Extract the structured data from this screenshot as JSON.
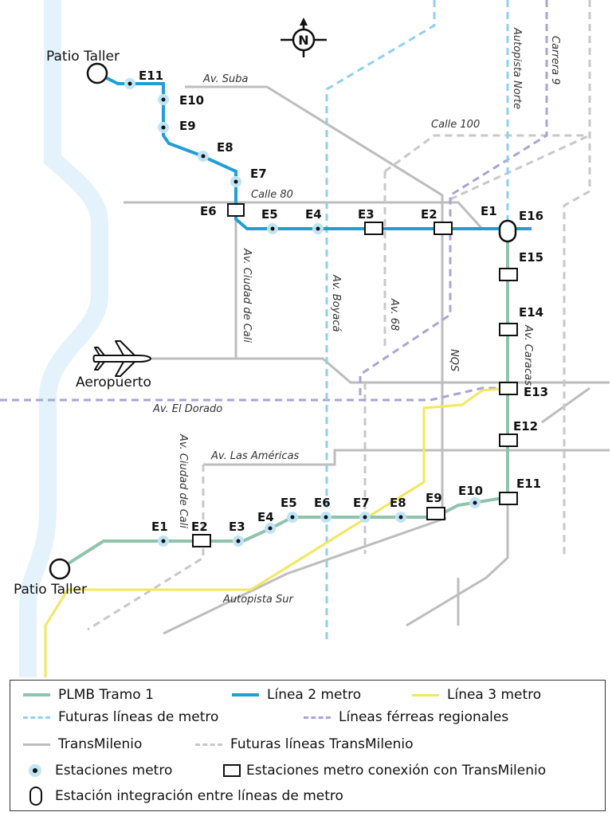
{
  "compass": {
    "letter": "N"
  },
  "places": {
    "patio_taller_north": "Patio Taller",
    "patio_taller_south": "Patio Taller",
    "aeropuerto": "Aeropuerto"
  },
  "roads": {
    "av_suba": "Av. Suba",
    "calle_100": "Calle 100",
    "calle_80": "Calle 80",
    "autopista_norte": "Autopista Norte",
    "carrera_9": "Carrera 9",
    "av_ciudad_de_cali_1": "Av. Ciudad de Cali",
    "av_ciudad_de_cali_2": "Av. Ciudad de Cali",
    "av_boyaca": "Av. Boyacá",
    "av_68": "Av. 68",
    "nqs": "NQS",
    "av_caracas": "Av. Caracas",
    "av_el_dorado": "Av. El Dorado",
    "av_las_americas": "Av. Las Américas",
    "autopista_sur": "Autopista Sur"
  },
  "linea2_stations": [
    "E11",
    "E10",
    "E9",
    "E8",
    "E7",
    "E6",
    "E5",
    "E4",
    "E3",
    "E2",
    "E1"
  ],
  "plmb_stations": [
    "E1",
    "E2",
    "E3",
    "E4",
    "E5",
    "E6",
    "E7",
    "E8",
    "E9",
    "E10",
    "E11",
    "E12",
    "E13",
    "E14",
    "E15",
    "E16"
  ],
  "colors": {
    "plmb": "#8fc3ac",
    "linea2": "#1f9fd6",
    "linea3": "#f2e85e",
    "futuras_metro": "#8fd0ef",
    "ferreas": "#a9a4d6",
    "transmilenio": "#bdbdbd",
    "futuras_transmilenio": "#c8c8c8",
    "river": "#e3f2fb",
    "station_halo": "#bfe4f5"
  },
  "legend": {
    "plmb": "PLMB Tramo 1",
    "linea2": "Línea 2 metro",
    "linea3": "Línea 3 metro",
    "futuras_metro": "Futuras líneas de metro",
    "ferreas": "Líneas férreas regionales",
    "transmilenio": "TransMilenio",
    "futuras_transmilenio": "Futuras líneas TransMilenio",
    "estaciones": "Estaciones metro",
    "conexion": "Estaciones metro conexión con TransMilenio",
    "integracion": "Estación integración entre líneas de metro"
  }
}
